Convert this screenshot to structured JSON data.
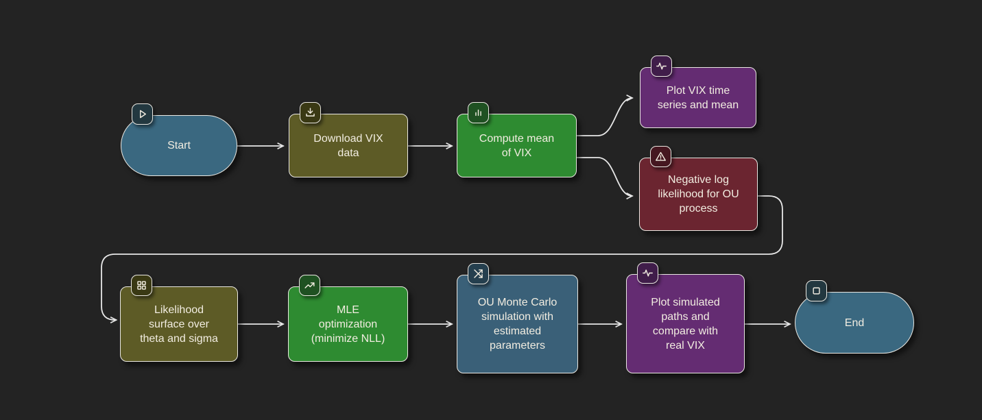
{
  "app": {
    "background_color": "#232323",
    "edge_color": "#e8e8e8",
    "node_border_color": "#ebe9e3",
    "text_color": "#f2ede1"
  },
  "diagram": {
    "type": "flowchart",
    "direction": "left-to-right",
    "nodes": [
      {
        "id": "start",
        "label": "Start",
        "shape": "pill",
        "icon": "play-icon",
        "fill": "#3a6880",
        "badge_fill": "#233840"
      },
      {
        "id": "download-vix",
        "label": "Download VIX\ndata",
        "shape": "rect",
        "icon": "download-icon",
        "fill": "#5d5b26",
        "badge_fill": "#3a3914"
      },
      {
        "id": "compute-mean",
        "label": "Compute mean\nof VIX",
        "shape": "rect",
        "icon": "bar-chart-icon",
        "fill": "#2e8b31",
        "badge_fill": "#1f5122"
      },
      {
        "id": "plot-vix",
        "label": "Plot VIX time\nseries and mean",
        "shape": "rect",
        "icon": "activity-icon",
        "fill": "#642c72",
        "badge_fill": "#401d4a"
      },
      {
        "id": "neg-log-likelihood",
        "label": "Negative log\nlikelihood for OU\nprocess",
        "shape": "rect",
        "icon": "warning-icon",
        "fill": "#6b2530",
        "badge_fill": "#451720"
      },
      {
        "id": "likelihood-surface",
        "label": "Likelihood\nsurface over\ntheta and sigma",
        "shape": "rect",
        "icon": "grid-icon",
        "fill": "#5d5b26",
        "badge_fill": "#3a3914"
      },
      {
        "id": "mle-optimization",
        "label": "MLE\noptimization\n(minimize NLL)",
        "shape": "rect",
        "icon": "trending-up-icon",
        "fill": "#2e8b31",
        "badge_fill": "#1f5122"
      },
      {
        "id": "ou-monte-carlo",
        "label": "OU Monte Carlo\nsimulation with\nestimated\nparameters",
        "shape": "rect",
        "icon": "shuffle-icon",
        "fill": "#3a6078",
        "badge_fill": "#253f4e"
      },
      {
        "id": "plot-simulated",
        "label": "Plot simulated\npaths and\ncompare with\nreal VIX",
        "shape": "rect",
        "icon": "activity-icon",
        "fill": "#642c72",
        "badge_fill": "#401d4a"
      },
      {
        "id": "end",
        "label": "End",
        "shape": "pill",
        "icon": "stop-icon",
        "fill": "#3a6880",
        "badge_fill": "#233840"
      }
    ],
    "edges": [
      {
        "from": "start",
        "to": "download-vix"
      },
      {
        "from": "download-vix",
        "to": "compute-mean"
      },
      {
        "from": "compute-mean",
        "to": "plot-vix"
      },
      {
        "from": "compute-mean",
        "to": "neg-log-likelihood"
      },
      {
        "from": "neg-log-likelihood",
        "to": "likelihood-surface"
      },
      {
        "from": "likelihood-surface",
        "to": "mle-optimization"
      },
      {
        "from": "mle-optimization",
        "to": "ou-monte-carlo"
      },
      {
        "from": "ou-monte-carlo",
        "to": "plot-simulated"
      },
      {
        "from": "plot-simulated",
        "to": "end"
      }
    ]
  }
}
